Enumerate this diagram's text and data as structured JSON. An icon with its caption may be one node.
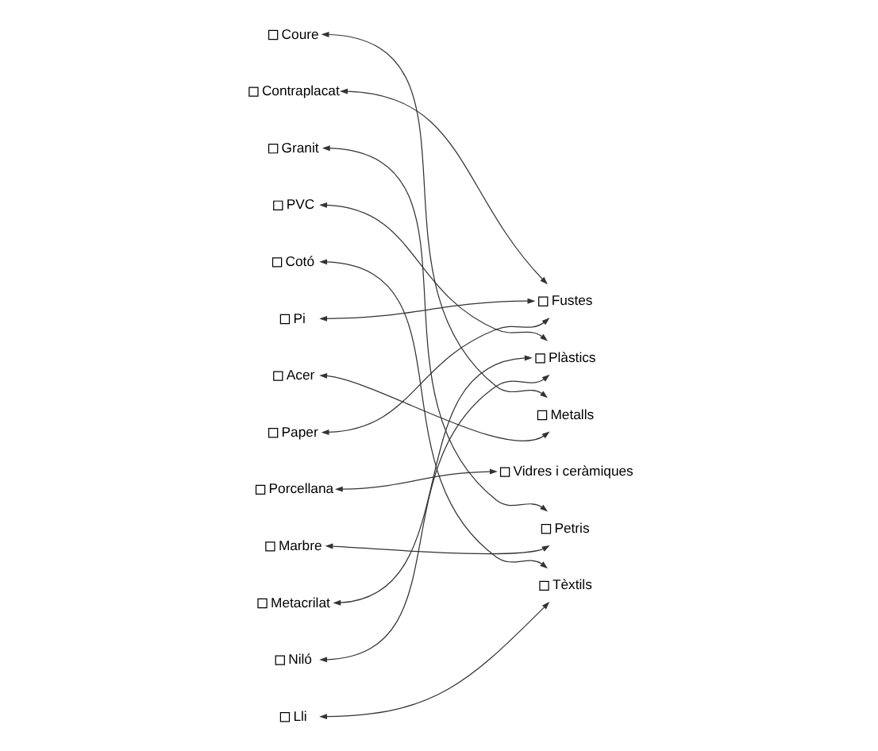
{
  "diagram": {
    "nodes": [
      {
        "text": [
          "Coure"
        ]
      },
      {
        "text": [
          "Contraplacat"
        ]
      },
      {
        "text": [
          "Granit"
        ]
      },
      {
        "text": [
          "PVC"
        ]
      },
      {
        "text": [
          "Cotó"
        ]
      },
      {
        "text": [
          "Pi"
        ]
      },
      {
        "text": [
          "Acer"
        ]
      },
      {
        "text": [
          "Paper"
        ]
      },
      {
        "text": [
          "Porcellana"
        ]
      },
      {
        "text": [
          "Marbre"
        ]
      },
      {
        "text": [
          "Metacrilat"
        ]
      },
      {
        "text": [
          "Niló"
        ]
      },
      {
        "text": [
          "Lli"
        ]
      },
      {
        "text": [
          "Fustes"
        ]
      },
      {
        "text": [
          "Plàstics"
        ]
      },
      {
        "text": [
          "Metalls"
        ]
      },
      {
        "text": [
          "Vidres i ceràmiques"
        ]
      },
      {
        "text": [
          "Petris"
        ]
      },
      {
        "text": [
          "Tèxtils"
        ]
      }
    ],
    "edges": [
      {
        "from": 0,
        "to": 15,
        "arrow": "both"
      },
      {
        "from": 1,
        "to": 13,
        "arrow": "both"
      },
      {
        "from": 2,
        "to": 17,
        "arrow": "both"
      },
      {
        "from": 3,
        "to": 14,
        "arrow": "both"
      },
      {
        "from": 4,
        "to": 18,
        "arrow": "both"
      },
      {
        "from": 5,
        "to": 13,
        "arrow": "both"
      },
      {
        "from": 6,
        "to": 15,
        "arrow": "both"
      },
      {
        "from": 7,
        "to": 13,
        "arrow": "both"
      },
      {
        "from": 8,
        "to": 16,
        "arrow": "both"
      },
      {
        "from": 9,
        "to": 17,
        "arrow": "both"
      },
      {
        "from": 10,
        "to": 14,
        "arrow": "both"
      },
      {
        "from": 11,
        "to": 14,
        "arrow": "both"
      },
      {
        "from": 12,
        "to": 18,
        "arrow": "both"
      }
    ]
  }
}
